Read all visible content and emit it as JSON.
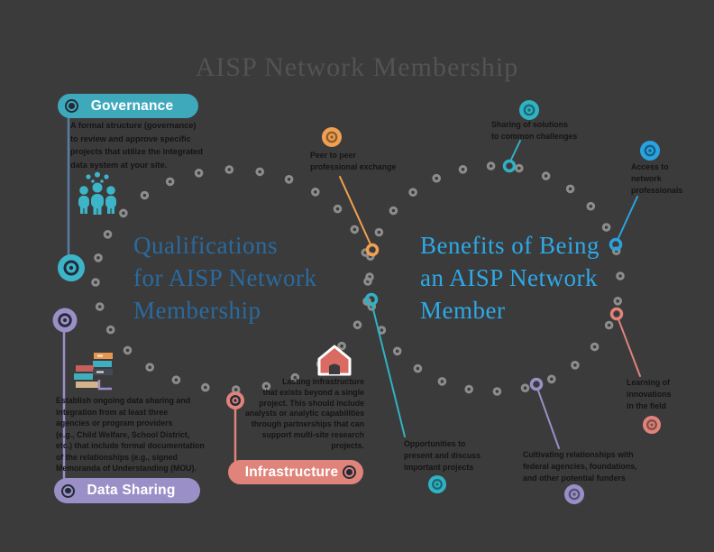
{
  "header": {
    "title": "AISP Network Membership"
  },
  "qualifications": {
    "title": "Qualifications\nfor AISP Network\nMembership",
    "categories": [
      {
        "label": "Governance",
        "color": "#3fa9bc",
        "description": "A formal structure (governance)\nto review and approve specific\nprojects that utilize the integrated\ndata system at your site."
      },
      {
        "label": "Data Sharing",
        "color": "#9a8fc7",
        "description": "Establish ongoing data sharing and\nintegration from at least three\nagencies or program providers\n(e.g., Child Welfare, School District,\netc.) that include formal documentation\nof the relationships (e.g., signed\nMemoranda of Understanding (MOU)."
      },
      {
        "label": "Infrastructure",
        "color": "#e0837b",
        "description": "Lasting infrastructure\nthat exists beyond a single\nproject. This should include\nanalysts or analytic capabilities\nthrough partnerships that can\nsupport multi-site research\nprojects."
      }
    ]
  },
  "benefits": {
    "title": "Benefits of Being\nan AISP Network\nMember",
    "items": [
      {
        "label": "Peer to peer\nprofessional exchange",
        "color": "#f0a050"
      },
      {
        "label": "Sharing of solutions\nto common challenges",
        "color": "#2fb3c4"
      },
      {
        "label": "Access to\nnetwork\nprofessionals",
        "color": "#29a3e0"
      },
      {
        "label": "Learning of\ninnovations\nin the field",
        "color": "#e0837b"
      },
      {
        "label": "Opportunities to\npresent and discuss\nimportant projects",
        "color": "#2fb3c4"
      },
      {
        "label": "Cultivating relationships with\nfederal agencies, foundations,\nand other potential funders",
        "color": "#9a8fc7"
      }
    ]
  },
  "palette": {
    "background": "#3b3b3b",
    "dots": "#8d8d8d",
    "header_title": "#535353",
    "qualifications_title": "#2a6a9f",
    "benefits_title": "#2ea9e8",
    "body_text": "#141414",
    "teal": "#3fa9bc",
    "purple": "#9a8fc7",
    "salmon": "#e0837b",
    "orange": "#f0a050",
    "blue": "#29a3e0",
    "steel_blue_line": "#5b7ca3"
  }
}
